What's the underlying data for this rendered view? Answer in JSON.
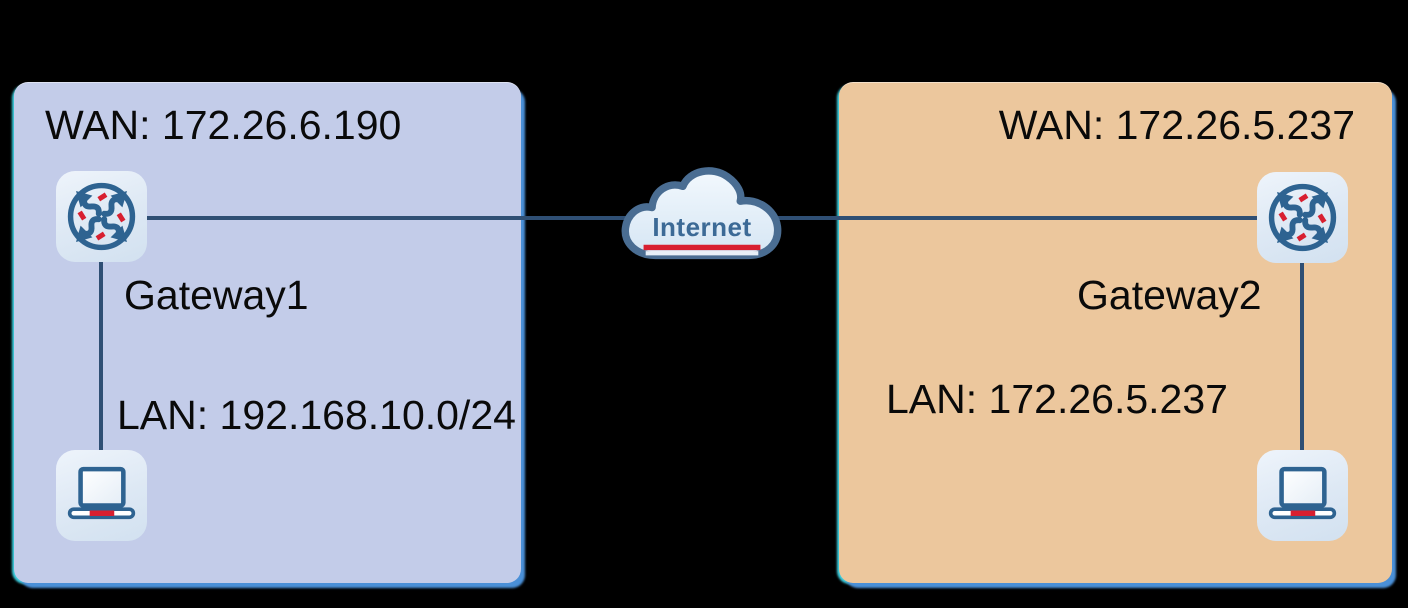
{
  "colors": {
    "background": "#000000",
    "site1-fill": "#c3cce9",
    "site2-fill": "#ecc79d",
    "box-shadow-blue": "#4a90d8",
    "box-glow-cyan": "#3fd2e2",
    "link-line": "#2f4f74",
    "icon-stroke": "#2e6391",
    "accent-red": "#d81f30",
    "cloud-stroke": "#4a6d92",
    "cloud-text": "#3c6a96",
    "label-text": "#0a0a0a"
  },
  "internet": {
    "label": "Internet"
  },
  "site1": {
    "wan_label": "WAN: 172.26.6.190",
    "gateway_label": "Gateway1",
    "lan_label": "LAN: 192.168.10.0/24"
  },
  "site2": {
    "wan_label": "WAN: 172.26.5.237",
    "gateway_label": "Gateway2",
    "lan_label": "LAN: 172.26.5.237"
  },
  "icons": {
    "router": "router-icon",
    "laptop": "laptop-icon",
    "cloud": "internet-cloud-icon"
  }
}
